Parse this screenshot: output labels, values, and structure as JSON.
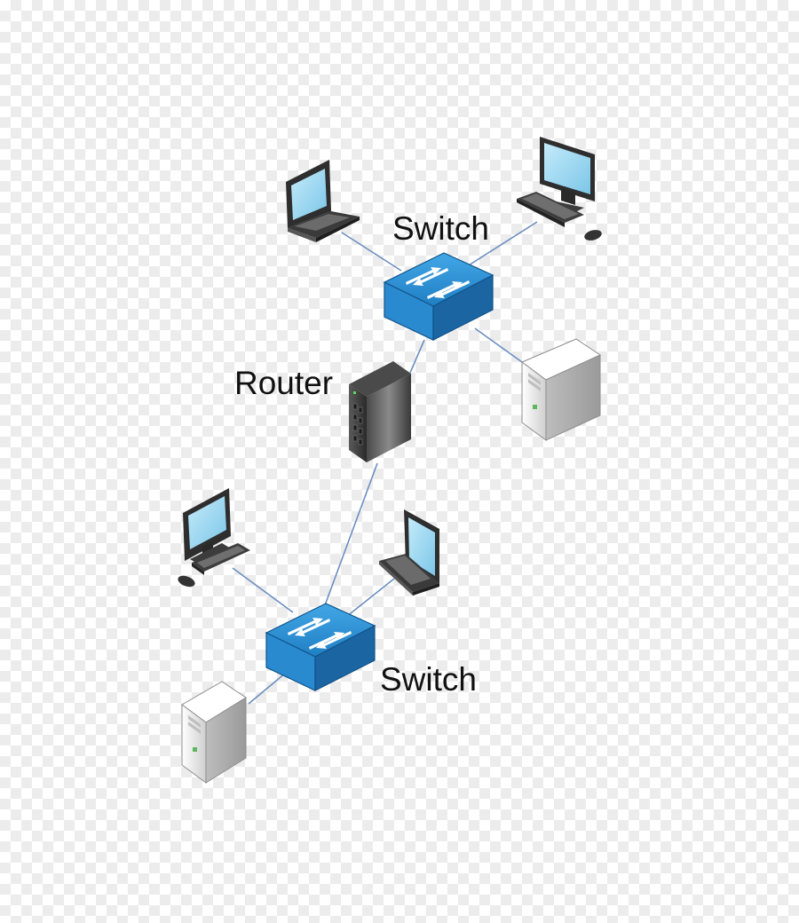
{
  "labels": {
    "switch_top": "Switch",
    "router": "Router",
    "switch_bottom": "Switch"
  },
  "colors": {
    "link": "#6c8ec0",
    "switch_top": "#2d8fd2",
    "switch_side": "#1f6fae",
    "screen": "#8fd2ee",
    "device_dark": "#2e2e2e",
    "server_body": "#e7e7e7"
  },
  "icons": [
    "laptop-icon",
    "desktop-icon",
    "switch-icon",
    "server-icon",
    "router-icon"
  ]
}
